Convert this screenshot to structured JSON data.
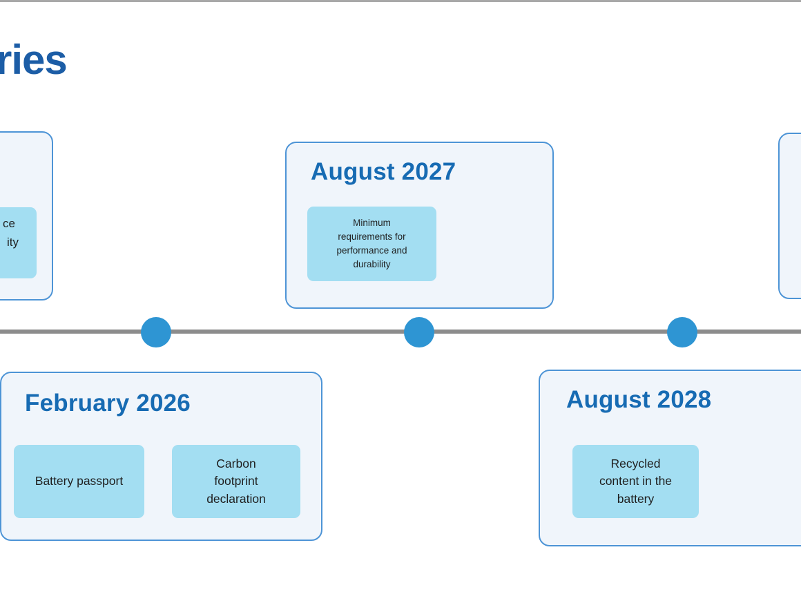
{
  "title": {
    "visible_fragment": "ries"
  },
  "colors": {
    "title_blue": "#1c5da6",
    "heading_blue": "#176bb3",
    "card_fill": "#f0f5fb",
    "card_border": "#4d94d6",
    "item_fill": "#a3def2",
    "item_text": "#1f1f1f",
    "dot_blue": "#2e95d3",
    "timeline_gray": "#8c8c8c",
    "top_edge_gray": "#a8a8a8"
  },
  "timeline": {
    "dot_count": 3
  },
  "cards": {
    "partial_left": {
      "item_fragment_line1": "ce",
      "item_fragment_line2": "ity"
    },
    "august_2027": {
      "heading": "August 2027",
      "item": "Minimum requirements for performance and durability"
    },
    "february_2026": {
      "heading": "February 2026",
      "item1": "Battery passport",
      "item2": "Carbon footprint declaration"
    },
    "august_2028": {
      "heading": "August 2028",
      "item": "Recycled content in the battery"
    },
    "partial_right": {}
  }
}
